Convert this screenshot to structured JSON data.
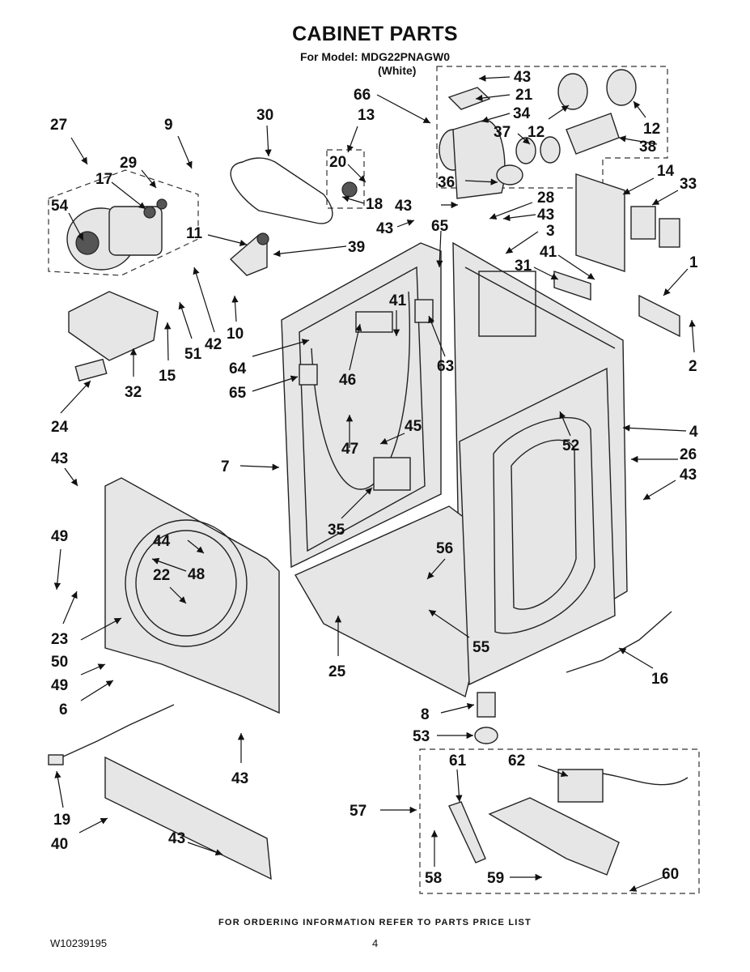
{
  "header": {
    "title": "CABINET PARTS",
    "model_line": "For Model: MDG22PNAGW0",
    "color_note": "(White)"
  },
  "footer": {
    "ordering_note": "FOR ORDERING INFORMATION REFER TO PARTS PRICE LIST",
    "document_number": "W10239195",
    "page_number": "4"
  },
  "callouts": [
    "43",
    "21",
    "34",
    "37",
    "12",
    "12",
    "38",
    "36",
    "66",
    "13",
    "20",
    "18",
    "30",
    "27",
    "9",
    "29",
    "17",
    "54",
    "11",
    "39",
    "42",
    "51",
    "15",
    "10",
    "32",
    "24",
    "28",
    "43",
    "43",
    "43",
    "65",
    "3",
    "41",
    "31",
    "14",
    "33",
    "1",
    "2",
    "41",
    "46",
    "64",
    "65",
    "63",
    "4",
    "26",
    "43",
    "52",
    "45",
    "47",
    "7",
    "35",
    "43",
    "49",
    "44",
    "48",
    "22",
    "23",
    "50",
    "49",
    "6",
    "56",
    "55",
    "25",
    "16",
    "8",
    "53",
    "43",
    "19",
    "40",
    "43",
    "61",
    "62",
    "57",
    "58",
    "59",
    "60"
  ]
}
